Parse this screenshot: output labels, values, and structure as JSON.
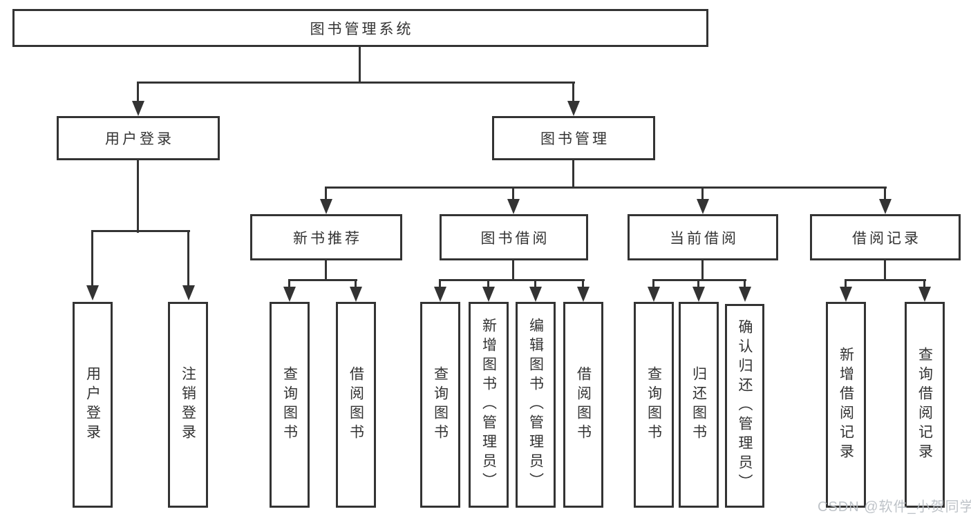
{
  "diagram_title": "图书管理系统",
  "tree": {
    "root": {
      "label": "图书管理系统"
    },
    "branches": [
      {
        "label": "用户登录",
        "children": [
          {
            "label": "用户登录"
          },
          {
            "label": "注销登录"
          }
        ]
      },
      {
        "label": "图书管理",
        "children": [
          {
            "label": "新书推荐",
            "children": [
              {
                "label": "查询图书"
              },
              {
                "label": "借阅图书"
              }
            ]
          },
          {
            "label": "图书借阅",
            "children": [
              {
                "label": "查询图书"
              },
              {
                "label": "新增图书（管理员）"
              },
              {
                "label": "编辑图书（管理员）"
              },
              {
                "label": "借阅图书"
              }
            ]
          },
          {
            "label": "当前借阅",
            "children": [
              {
                "label": "查询图书"
              },
              {
                "label": "归还图书"
              },
              {
                "label": "确认归还（管理员）"
              }
            ]
          },
          {
            "label": "借阅记录",
            "children": [
              {
                "label": "新增借阅记录"
              },
              {
                "label": "查询借阅记录"
              }
            ]
          }
        ]
      }
    ]
  },
  "watermark": {
    "text": "CSDN @软件_小贺同学"
  },
  "colors": {
    "line": "#333333",
    "box_background": "#ffffff",
    "watermark": "#b9bec4",
    "page_background": "#ffffff"
  }
}
